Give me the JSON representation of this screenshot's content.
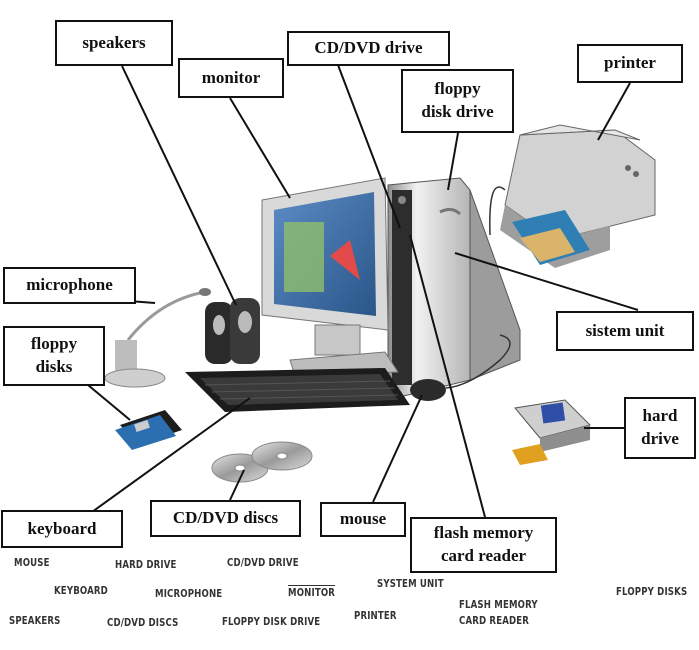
{
  "labels": {
    "speakers": "speakers",
    "monitor": "monitor",
    "cd_dvd_drive": "CD/DVD drive",
    "floppy_disk_drive_line1": "floppy",
    "floppy_disk_drive_line2": "disk drive",
    "printer": "printer",
    "microphone": "microphone",
    "floppy_disks_line1": "floppy",
    "floppy_disks_line2": "disks",
    "sistem_unit": "sistem unit",
    "hard_drive_line1": "hard",
    "hard_drive_line2": "drive",
    "keyboard": "keyboard",
    "cd_dvd_discs": "CD/DVD discs",
    "mouse": "mouse",
    "flash_memory_line1": "flash memory",
    "flash_memory_line2": "card reader"
  },
  "word_bank": {
    "mouse": "MOUSE",
    "hard_drive": "HARD DRIVE",
    "cd_dvd_drive": "CD/DVD DRIVE",
    "keyboard": "KEYBOARD",
    "microphone": "MICROPHONE",
    "monitor": "MONITOR",
    "system_unit": "SYSTEM UNIT",
    "floppy_disks": "FLOPPY DISKS",
    "speakers": "SPEAKERS",
    "cd_dvd_discs": "CD/DVD DISCS",
    "floppy_disk_drive": "FLOPPY DISK DRIVE",
    "printer": "PRINTER",
    "flash_memory_line1": "FLASH MEMORY",
    "flash_memory_line2": "CARD READER"
  },
  "colors": {
    "line": "#111111",
    "monitor_case": "#d9d9d9",
    "screen": "#3b6fa8",
    "tower": "#cfcfcf",
    "keyboard": "#1c1c1c"
  }
}
